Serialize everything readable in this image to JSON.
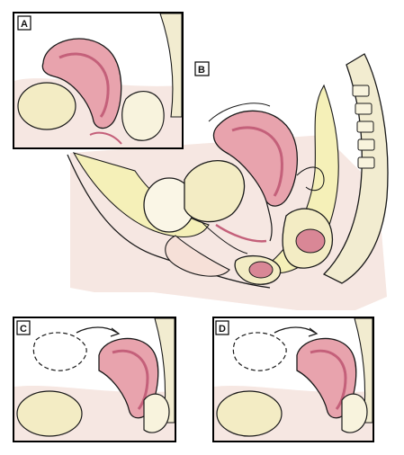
{
  "panels": {
    "a": {
      "label": "A"
    },
    "b": {
      "label": "B"
    },
    "c": {
      "label": "C"
    },
    "d": {
      "label": "D"
    }
  },
  "colors": {
    "uterus": "#e8a3ad",
    "uterus_dark": "#c4607a",
    "cavity": "#f4d2d8",
    "skin": "#f6e7e2",
    "bone": "#f2ecd0",
    "pelvic_fat": "#f5f0b8",
    "bladder": "#f3ecc4",
    "outline": "#1a1a1a",
    "frame": "#000000"
  },
  "icons": {
    "arrow": "curved-arrow-icon",
    "dashed_outline": "dashed-outline-icon"
  }
}
